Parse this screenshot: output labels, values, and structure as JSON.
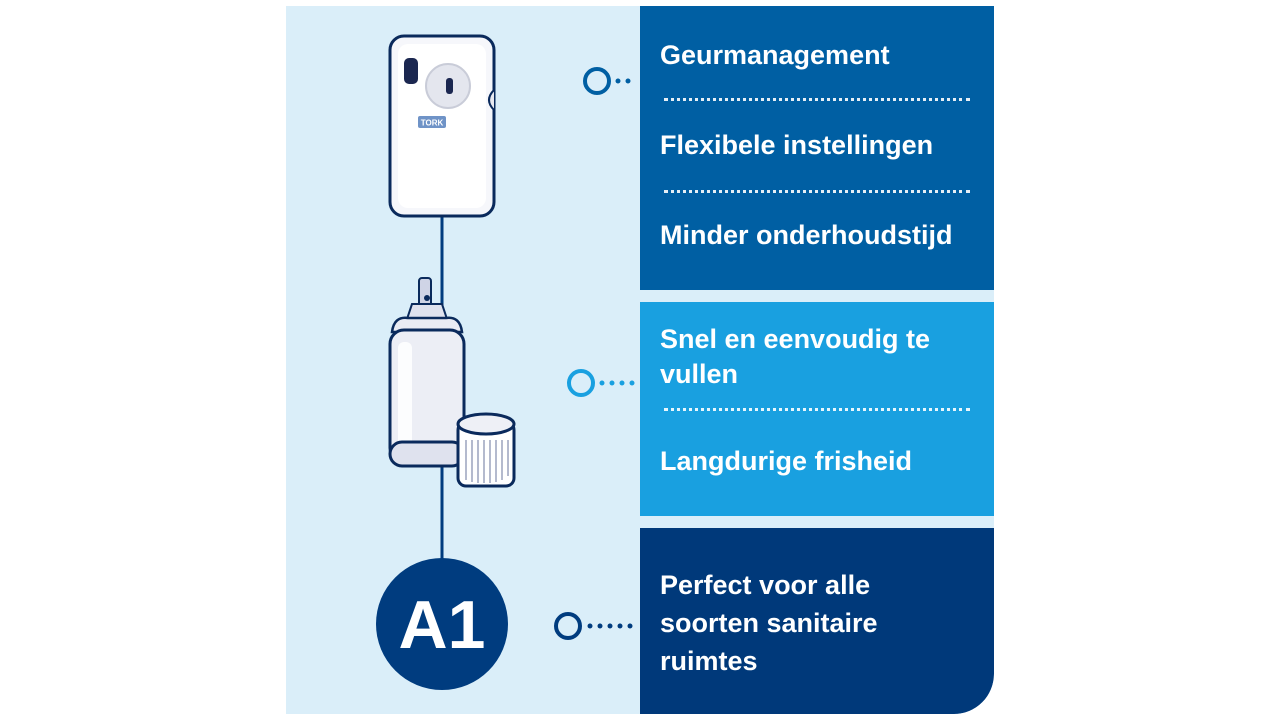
{
  "brand_label": "TORK",
  "badge_label": "A1",
  "colors": {
    "panel_bg": "#daeef9",
    "box_dark": "#005fa3",
    "box_light": "#19a0e0",
    "box_navy": "#00397a",
    "connector": "#003c7f"
  },
  "sections": [
    {
      "items": [
        "Geurmanagement",
        "Flexibele instellingen",
        "Minder onderhoudstijd"
      ]
    },
    {
      "items": [
        "Snel en eenvoudig te vullen",
        "Langdurige frisheid"
      ]
    },
    {
      "items": [
        "Perfect voor alle soorten sanitaire ruimtes"
      ]
    }
  ]
}
